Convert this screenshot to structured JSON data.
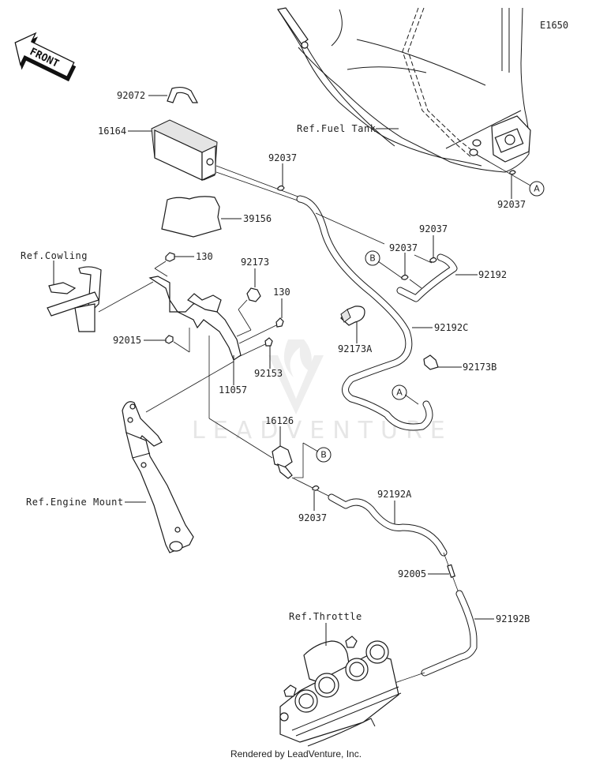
{
  "diagram": {
    "code": "E1650",
    "front_label": "FRONT",
    "watermark": "LEADVENTURE",
    "footer": "Rendered by LeadVenture, Inc.",
    "references": {
      "fuel_tank": "Ref.Fuel Tank",
      "cowling": "Ref.Cowling",
      "engine_mount": "Ref.Engine Mount",
      "throttle": "Ref.Throttle"
    },
    "callouts": {
      "A": "A",
      "B": "B"
    },
    "parts": [
      {
        "id": "p92072",
        "number": "92072",
        "description": "band"
      },
      {
        "id": "p16164",
        "number": "16164",
        "description": "canister"
      },
      {
        "id": "p39156",
        "number": "39156",
        "description": "pad"
      },
      {
        "id": "p92037a",
        "number": "92037",
        "description": "clamp"
      },
      {
        "id": "p92037b",
        "number": "92037",
        "description": "clamp"
      },
      {
        "id": "p92037c",
        "number": "92037",
        "description": "clamp"
      },
      {
        "id": "p92037d",
        "number": "92037",
        "description": "clamp"
      },
      {
        "id": "p92037e",
        "number": "92037",
        "description": "clamp"
      },
      {
        "id": "p92192",
        "number": "92192",
        "description": "hose"
      },
      {
        "id": "p92192C",
        "number": "92192C",
        "description": "hose"
      },
      {
        "id": "p92192A",
        "number": "92192A",
        "description": "hose"
      },
      {
        "id": "p92192B",
        "number": "92192B",
        "description": "hose"
      },
      {
        "id": "p92173",
        "number": "92173",
        "description": "clamp"
      },
      {
        "id": "p92173A",
        "number": "92173A",
        "description": "clamp"
      },
      {
        "id": "p92173B",
        "number": "92173B",
        "description": "clamp"
      },
      {
        "id": "p130a",
        "number": "130",
        "description": "bolt"
      },
      {
        "id": "p130b",
        "number": "130",
        "description": "bolt"
      },
      {
        "id": "p92015",
        "number": "92015",
        "description": "nut"
      },
      {
        "id": "p92153",
        "number": "92153",
        "description": "bolt"
      },
      {
        "id": "p11057",
        "number": "11057",
        "description": "bracket"
      },
      {
        "id": "p16126",
        "number": "16126",
        "description": "valve"
      },
      {
        "id": "p92005",
        "number": "92005",
        "description": "fitting"
      }
    ]
  }
}
